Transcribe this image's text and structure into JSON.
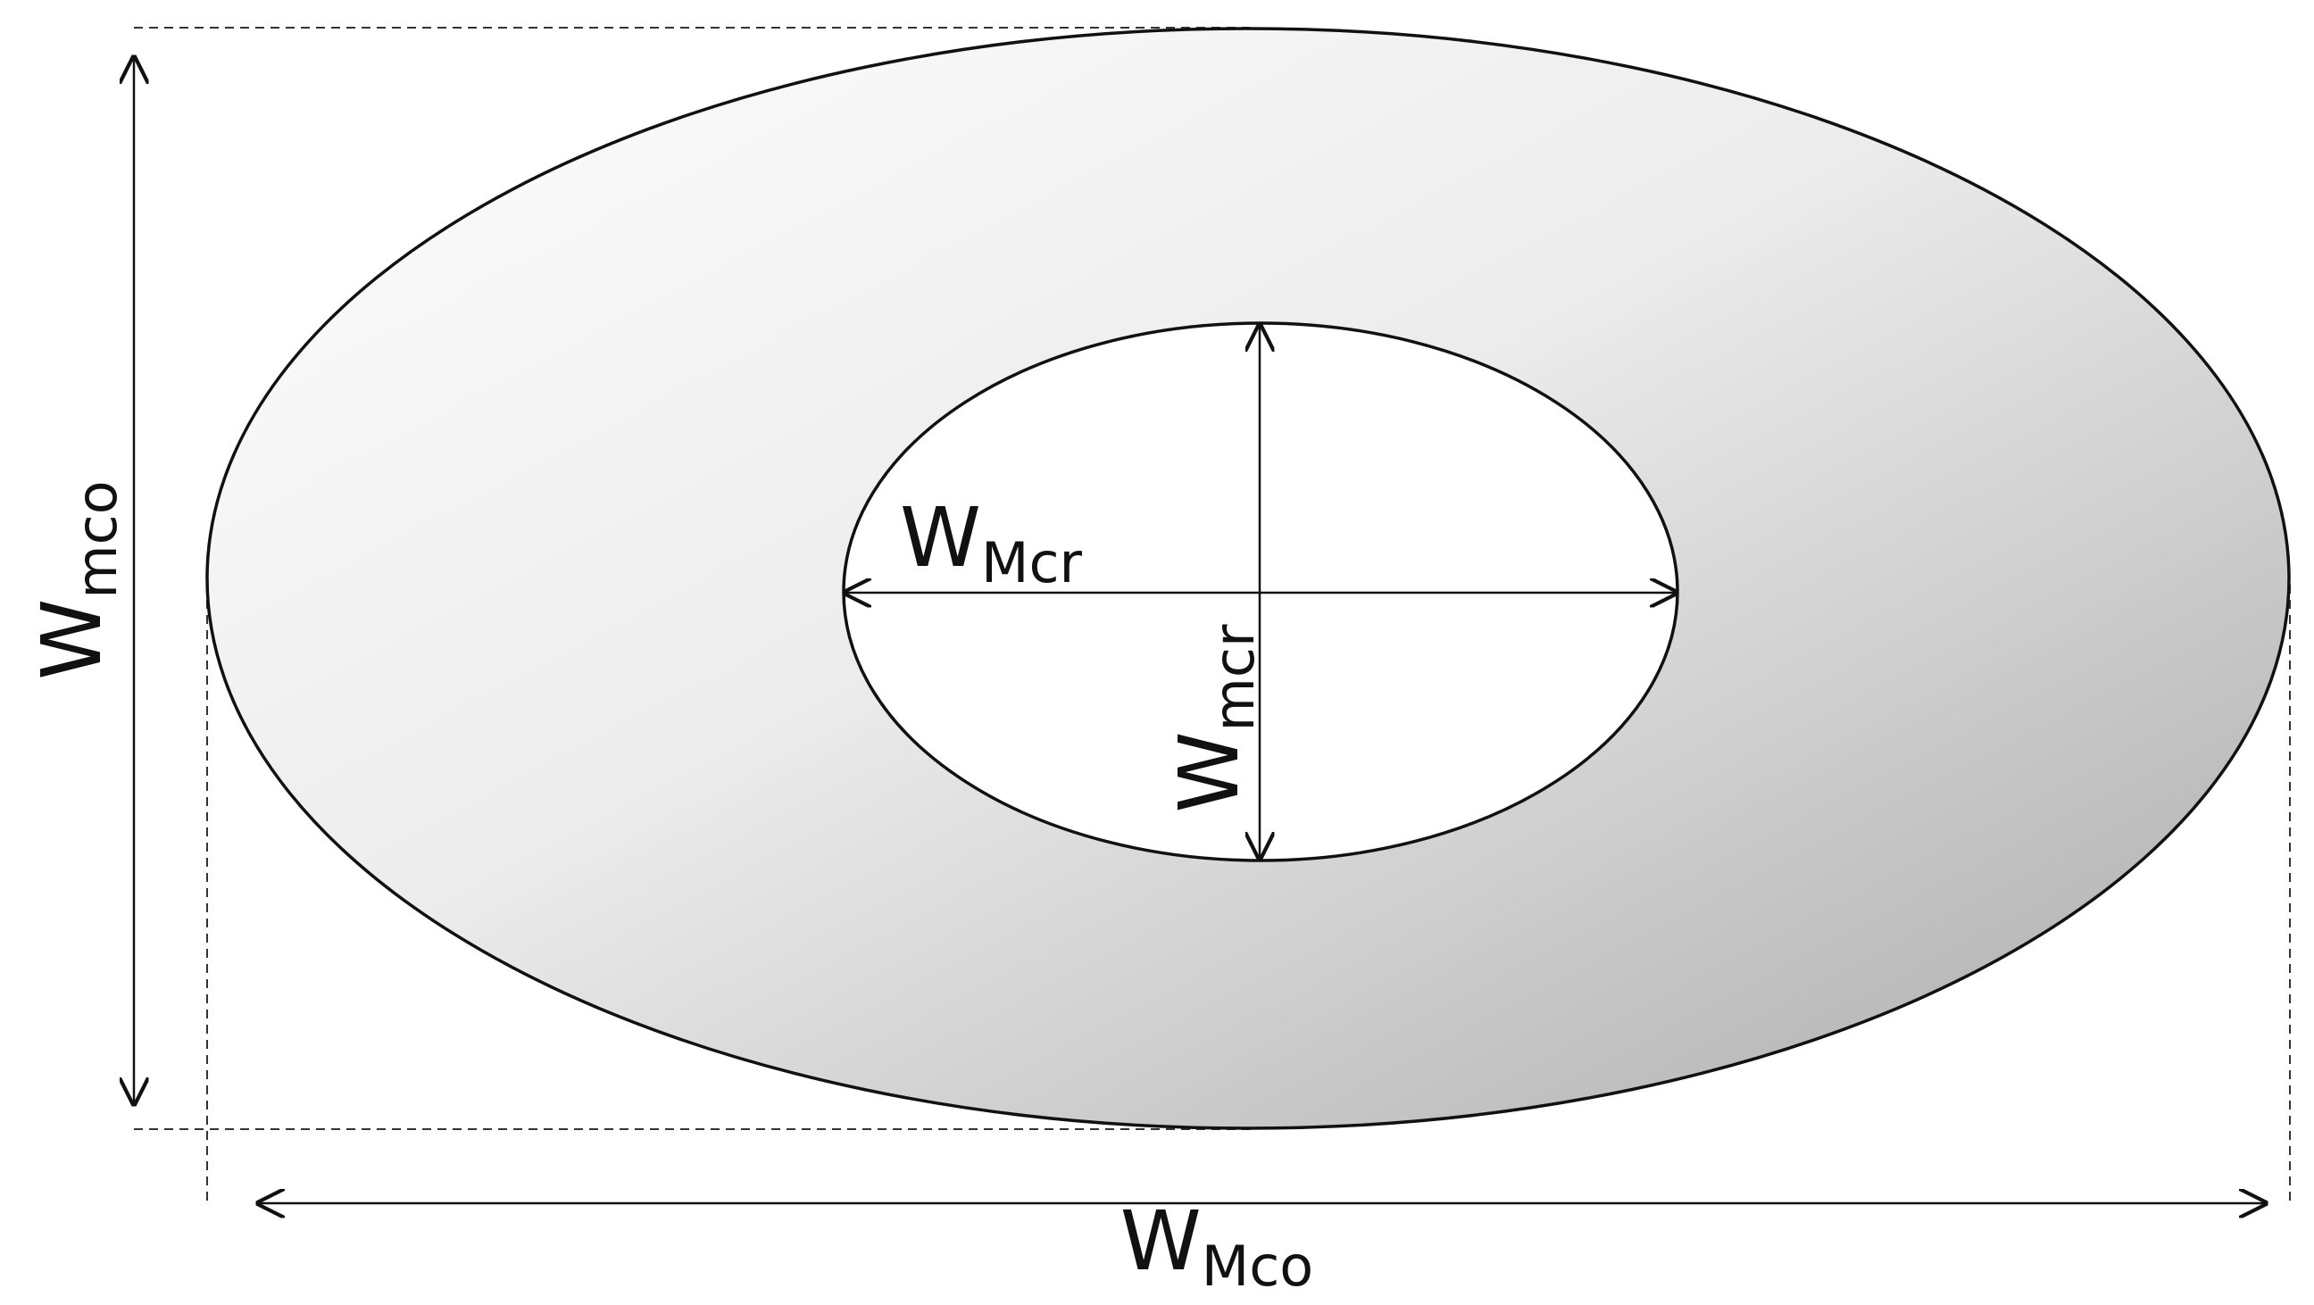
{
  "labels": {
    "outer_minor": {
      "main": "W",
      "sub": "mco"
    },
    "outer_major": {
      "main": "W",
      "sub": "Mco"
    },
    "inner_major": {
      "main": "W",
      "sub": "Mcr"
    },
    "inner_minor": {
      "main": "W",
      "sub": "mcr"
    }
  },
  "colors": {
    "stroke": "#111111",
    "gradient_light": "#ffffff",
    "gradient_dark": "#a9a9a9",
    "inner_fill": "#ffffff"
  }
}
